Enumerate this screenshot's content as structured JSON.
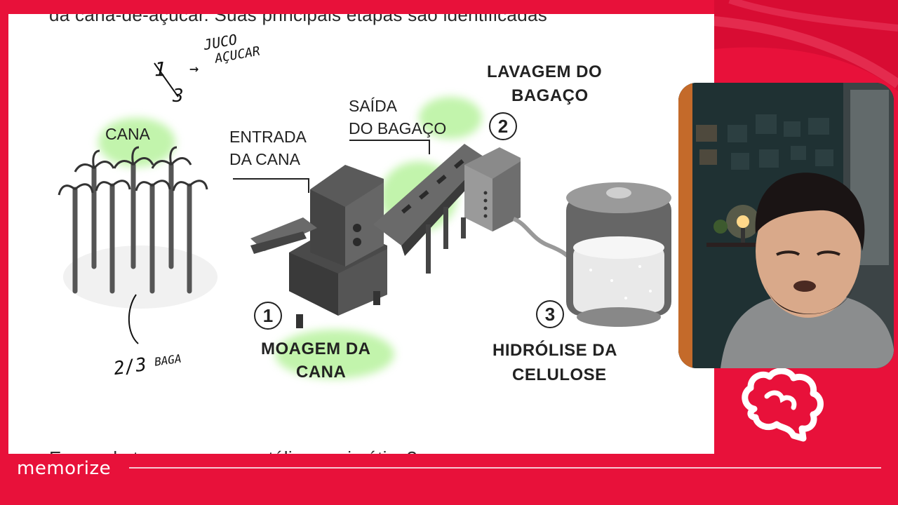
{
  "slide": {
    "top_text": "da cana-de-açúcar. Suas principais etapas são identificadas",
    "bottom_text": "Em qual etapa ocorre a catálise enzimática?",
    "labels": {
      "cana": "CANA",
      "entrada_l1": "ENTRADA",
      "entrada_l2": "DA CANA",
      "saida_l1": "SAÍDA",
      "saida_l2": "DO BAGAÇO",
      "lavagem_l1": "LAVAGEM DO",
      "lavagem_l2": "BAGAÇO",
      "moagem_l1": "MOAGEM DA",
      "moagem_l2": "CANA",
      "hidrolise_l1": "HIDRÓLISE DA",
      "hidrolise_l2": "CELULOSE"
    },
    "steps": [
      "1",
      "2",
      "3"
    ],
    "annotations": {
      "fraction_top_num": "1",
      "fraction_top_den": "3",
      "arrow": "→",
      "juice_l1": "JUCO",
      "juice_l2": "AÇUCAR",
      "fraction_bottom": "2/3",
      "bagaco": "BAGA"
    }
  },
  "brand": {
    "name": "memorize",
    "accent_color": "#e8113a",
    "logo_icon": "brain-icon"
  },
  "webcam": {
    "description_icon": "presenter-video"
  }
}
